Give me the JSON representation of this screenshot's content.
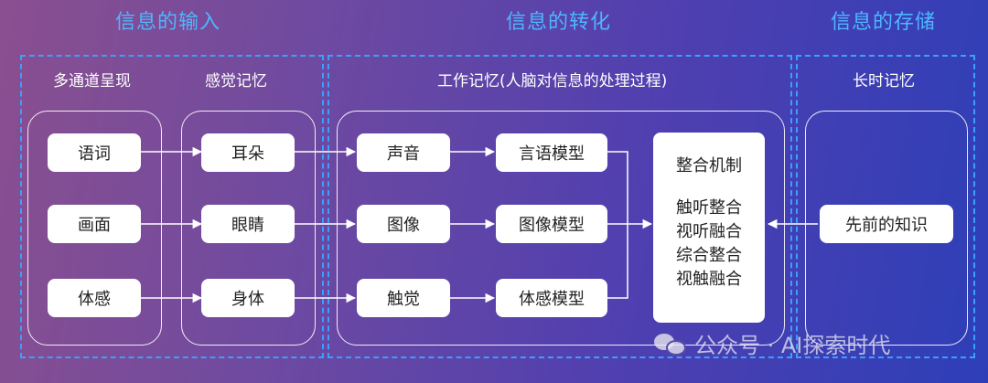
{
  "sections": {
    "input": "信息的输入",
    "transform": "信息的转化",
    "storage": "信息的存储"
  },
  "subtitles": {
    "multichannel": "多通道呈现",
    "sensory": "感觉记忆",
    "working": "工作记忆(人脑对信息的处理过程)",
    "longterm": "长时记忆"
  },
  "columns": {
    "presentation": [
      "语词",
      "画面",
      "体感"
    ],
    "sensory": [
      "耳朵",
      "眼睛",
      "身体"
    ],
    "working": [
      "声音",
      "图像",
      "触觉"
    ],
    "models": [
      "言语模型",
      "图像模型",
      "体感模型"
    ]
  },
  "integration": {
    "title": "整合机制",
    "items": [
      "触听整合",
      "视听融合",
      "综合整合",
      "视触融合"
    ]
  },
  "prior_knowledge": "先前的知识",
  "watermark": {
    "text": "公众号 · AI探索时代",
    "icon": "wechat-icon"
  }
}
